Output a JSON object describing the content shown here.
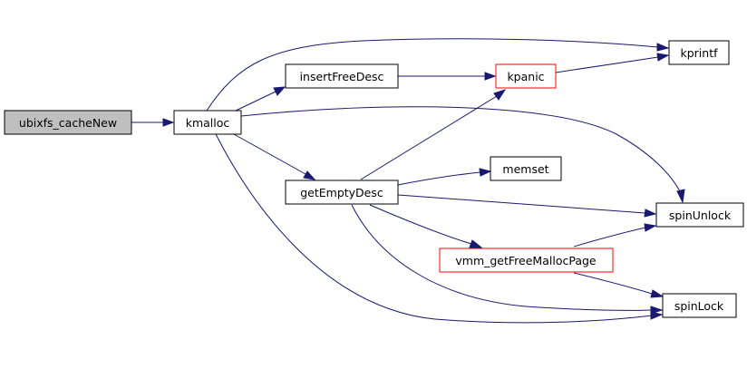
{
  "graph": {
    "edge_color": "#191970",
    "nodes": {
      "ubixfs_cacheNew": {
        "label": "ubixfs_cacheNew",
        "style": "root"
      },
      "kmalloc": {
        "label": "kmalloc",
        "style": "normal"
      },
      "insertFreeDesc": {
        "label": "insertFreeDesc",
        "style": "normal"
      },
      "getEmptyDesc": {
        "label": "getEmptyDesc",
        "style": "normal"
      },
      "kpanic": {
        "label": "kpanic",
        "style": "warn"
      },
      "kprintf": {
        "label": "kprintf",
        "style": "normal"
      },
      "memset": {
        "label": "memset",
        "style": "normal"
      },
      "spinUnlock": {
        "label": "spinUnlock",
        "style": "normal"
      },
      "vmm_getFreeMallocPage": {
        "label": "vmm_getFreeMallocPage",
        "style": "warn"
      },
      "spinLock": {
        "label": "spinLock",
        "style": "normal"
      }
    },
    "edges": [
      [
        "ubixfs_cacheNew",
        "kmalloc"
      ],
      [
        "kmalloc",
        "kprintf"
      ],
      [
        "kmalloc",
        "insertFreeDesc"
      ],
      [
        "kmalloc",
        "spinUnlock"
      ],
      [
        "kmalloc",
        "getEmptyDesc"
      ],
      [
        "kmalloc",
        "spinLock"
      ],
      [
        "insertFreeDesc",
        "kpanic"
      ],
      [
        "kpanic",
        "kprintf"
      ],
      [
        "getEmptyDesc",
        "kpanic"
      ],
      [
        "getEmptyDesc",
        "memset"
      ],
      [
        "getEmptyDesc",
        "spinUnlock"
      ],
      [
        "getEmptyDesc",
        "vmm_getFreeMallocPage"
      ],
      [
        "getEmptyDesc",
        "spinLock"
      ],
      [
        "vmm_getFreeMallocPage",
        "spinUnlock"
      ],
      [
        "vmm_getFreeMallocPage",
        "spinLock"
      ]
    ]
  }
}
